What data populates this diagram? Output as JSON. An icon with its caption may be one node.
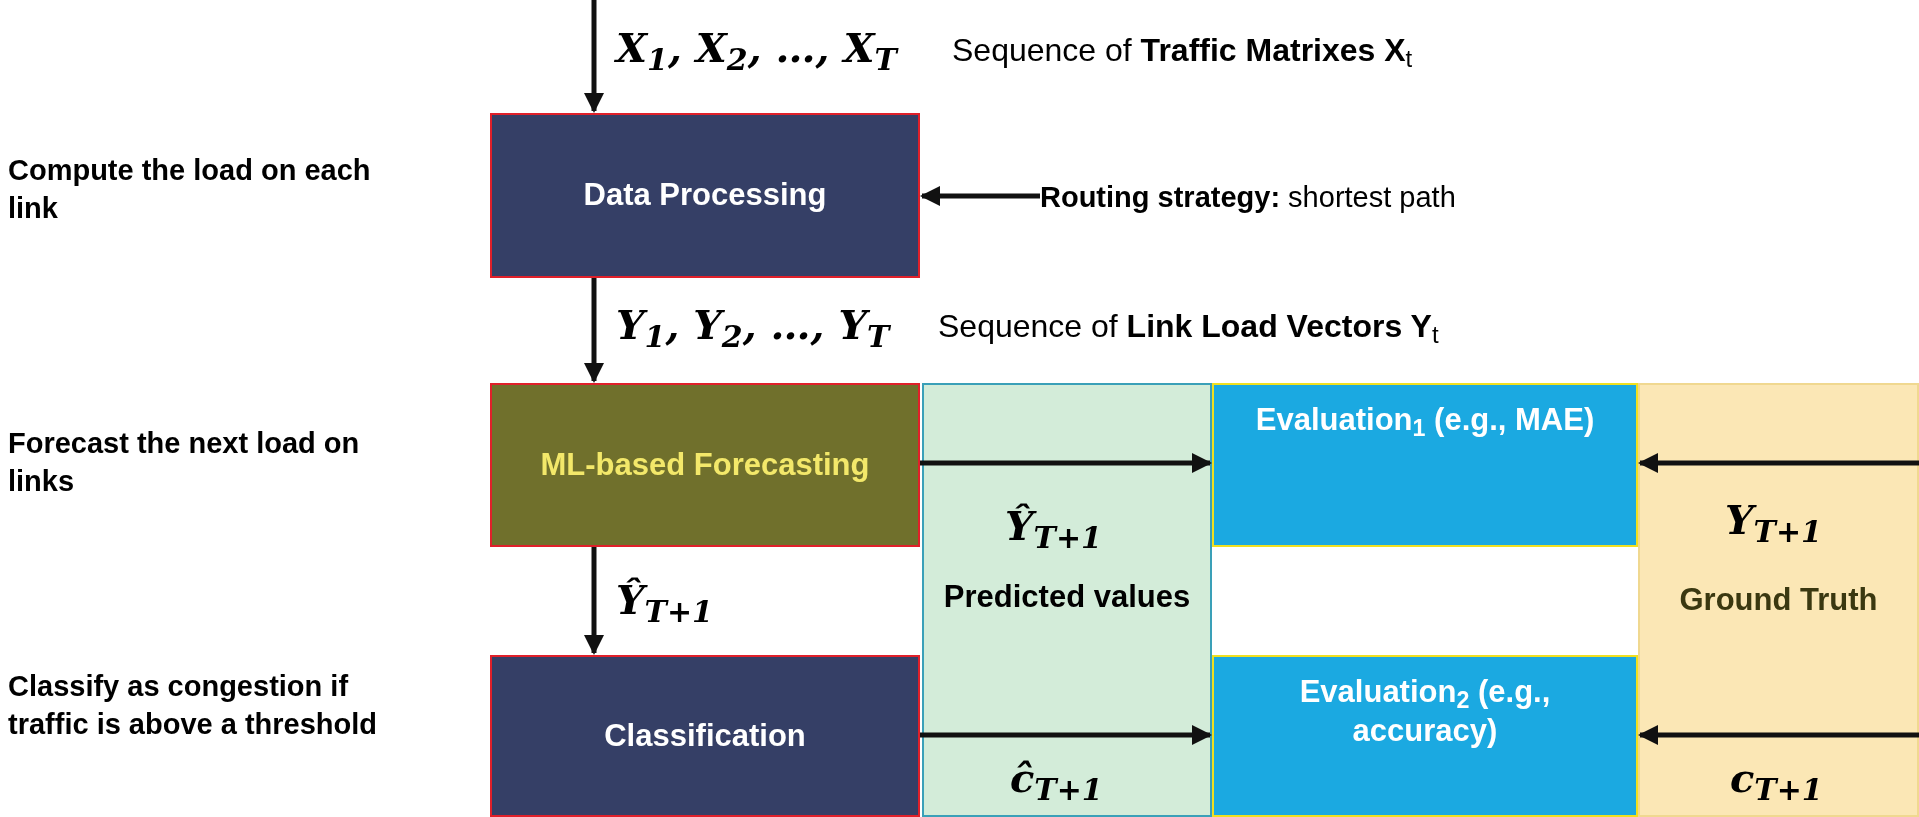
{
  "diagram": {
    "nodes": [
      {
        "text": [
          "Data Processing"
        ]
      },
      {
        "text": [
          "ML-based Forecasting"
        ]
      },
      {
        "text": [
          "Classification"
        ]
      },
      {
        "text": [
          "**Routing strategy:** shortest path"
        ]
      },
      {
        "text": [
          "Evaluation$_{1}$ (e.g., MAE)"
        ]
      },
      {
        "text": [
          "Evaluation$_{2}$ (e.g., accuracy)"
        ]
      },
      {
        "text": [
          "Ground Truth"
        ]
      }
    ],
    "edges": [
      {
        "from": null,
        "to": 0,
        "arrow": "to",
        "label": "X$_{1}$, X$_{2}$, …, X$_{T}$"
      },
      {
        "from": 3,
        "to": 0,
        "arrow": "to"
      },
      {
        "from": 0,
        "to": 1,
        "arrow": "to",
        "label": "Y$_{1}$, Y$_{2}$, …, Y$_{T}$"
      },
      {
        "from": 1,
        "to": 2,
        "arrow": "to",
        "label": "Ŷ$_{T+1}$"
      },
      {
        "from": 1,
        "to": 4,
        "arrow": "to",
        "label": "Ŷ$_{T+1}$"
      },
      {
        "from": 2,
        "to": 5,
        "arrow": "to",
        "label": "ĉ$_{T+1}$"
      },
      {
        "from": 6,
        "to": 4,
        "arrow": "to",
        "label": "Y$_{T+1}$"
      },
      {
        "from": 6,
        "to": 5,
        "arrow": "to",
        "label": "c$_{T+1}$"
      }
    ],
    "labels": [
      "Sequence of **Traffic Matrixes X**$_{t}$",
      "Compute the load on each link",
      "Sequence of **Link Load Vectors Y**$_{t}$",
      "Forecast the next load on links",
      "Predicted values",
      "Classify as congestion if traffic is above a threshold"
    ]
  }
}
